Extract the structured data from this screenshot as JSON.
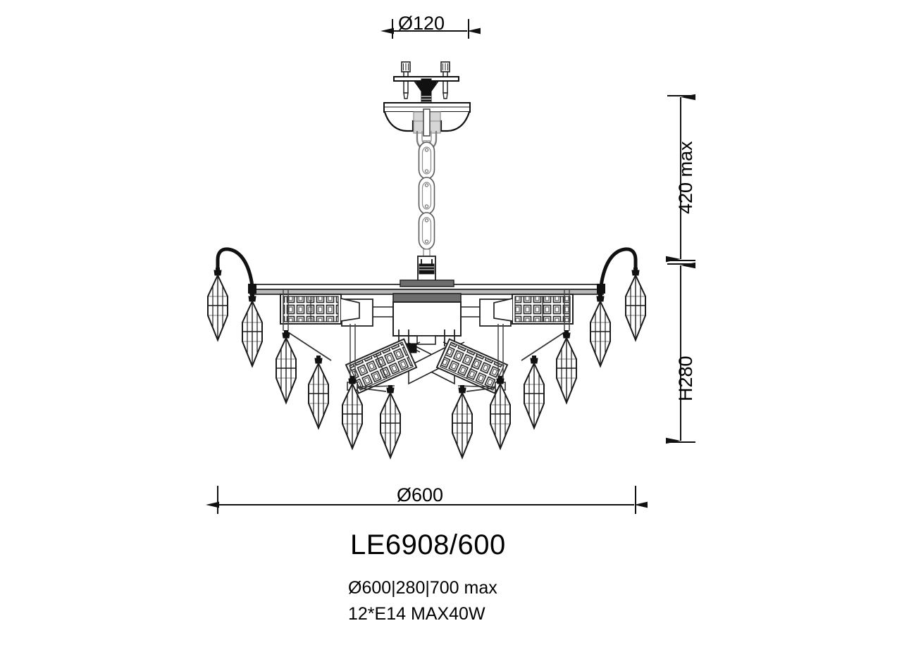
{
  "drawing": {
    "kind": "technical-dimension-drawing",
    "subject": "chandelier",
    "line_color": "#1a1a1a",
    "fill_light": "#ffffff",
    "fill_mid": "#d9d9d9",
    "fill_dark": "#111111"
  },
  "dimensions": {
    "top_diameter": "Ø120",
    "drop_max": "420 max",
    "body_height": "H280",
    "overall_diameter": "Ø600"
  },
  "labels": {
    "model": "LE6908/600",
    "spec_size": "Ø600|280|700 max",
    "spec_lamp": "12*E14 MAX40W"
  },
  "fixture": {
    "ceiling_mount": "ceiling-bracket-with-anchor-bolts",
    "canopy": "domed-canopy",
    "chain": {
      "links": 4
    },
    "arms": {
      "count": 12
    },
    "crystal_panels": {
      "count": 4,
      "bead_rows": 3,
      "bead_cols": 8
    },
    "pendant_crystals": {
      "count": 12,
      "shape": "elongated-faceted-drop"
    }
  }
}
